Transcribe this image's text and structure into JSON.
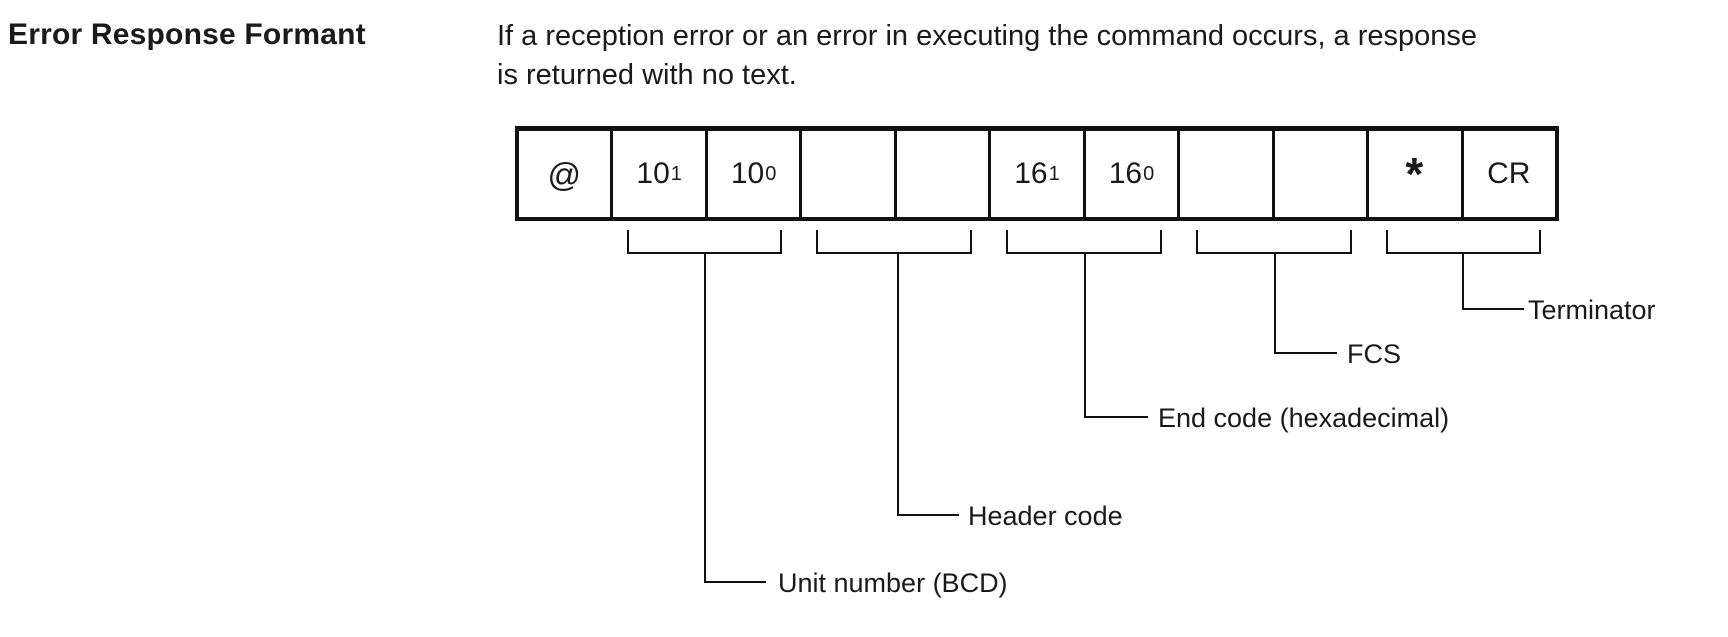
{
  "colors": {
    "ink": "#1a1a1a",
    "line": "#111111",
    "paper": "#ffffff"
  },
  "page": {
    "heading": "Error Response Formant",
    "paragraph_lines": [
      "If a reception error or an error in executing the command occurs, a response",
      "is returned with no text."
    ]
  },
  "diagram": {
    "cells": [
      {
        "base": "@",
        "sup": ""
      },
      {
        "base": "10",
        "sup": "1"
      },
      {
        "base": "10",
        "sup": "0"
      },
      {
        "base": "",
        "sup": ""
      },
      {
        "base": "",
        "sup": ""
      },
      {
        "base": "16",
        "sup": "1"
      },
      {
        "base": "16",
        "sup": "0"
      },
      {
        "base": "",
        "sup": ""
      },
      {
        "base": "",
        "sup": ""
      },
      {
        "base": "*",
        "sup": ""
      },
      {
        "base": "CR",
        "sup": ""
      }
    ],
    "callouts": [
      {
        "label": "Unit number (BCD)"
      },
      {
        "label": "Header code"
      },
      {
        "label": "End code (hexadecimal)"
      },
      {
        "label": "FCS"
      },
      {
        "label": "Terminator"
      }
    ]
  }
}
